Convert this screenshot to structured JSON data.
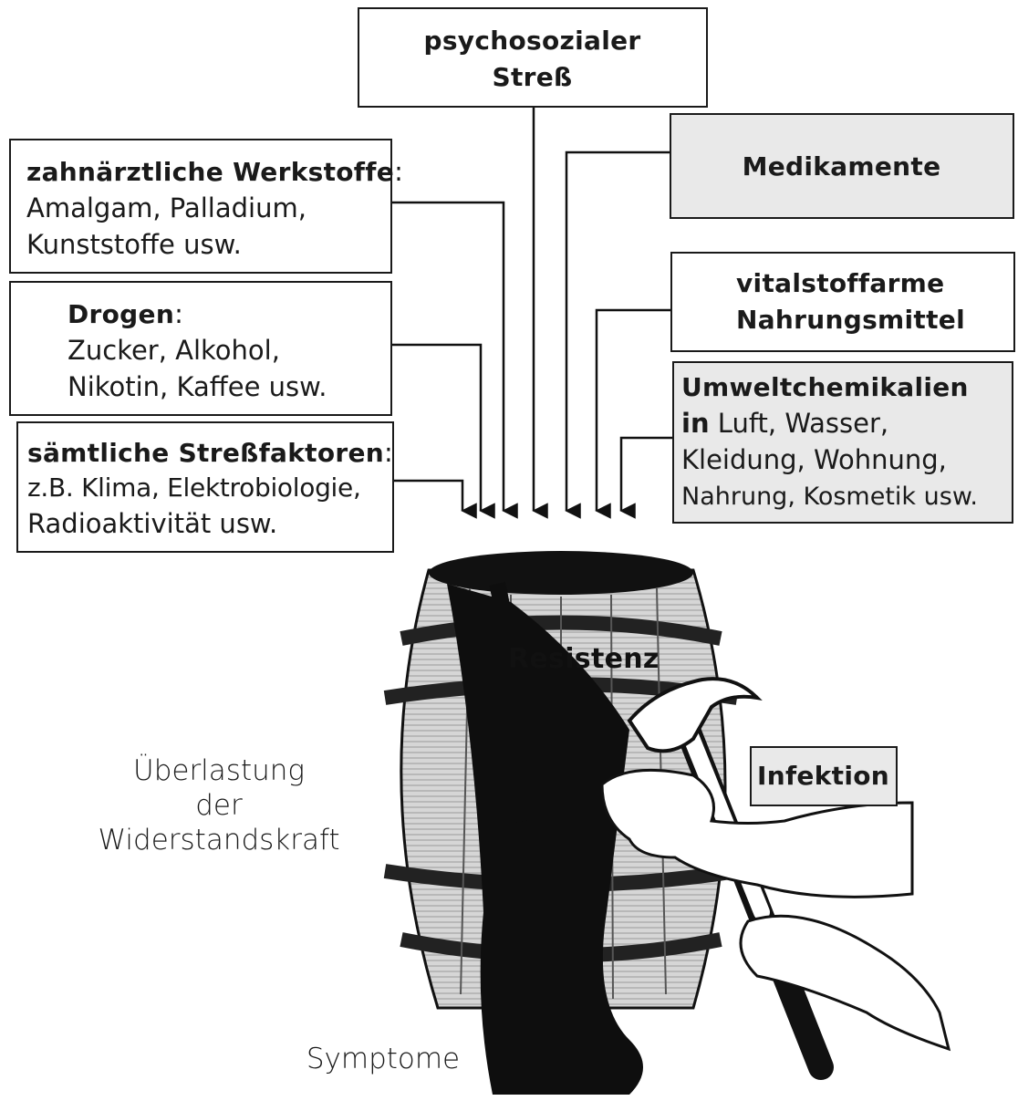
{
  "top_box": {
    "line1": "psychosozialer",
    "line2": "Streß"
  },
  "left_boxes": [
    {
      "title": "zahnärztliche Werkstoffe",
      "colon": ":",
      "line2": "Amalgam, Palladium,",
      "line3": "Kunststoffe usw."
    },
    {
      "title": "Drogen",
      "colon": ":",
      "line2": "Zucker, Alkohol,",
      "line3": "Nikotin, Kaffee usw."
    },
    {
      "title": "sämtliche Streßfaktoren",
      "colon": ":",
      "line2": "z.B. Klima, Elektrobiologie,",
      "line3": "Radioaktivität usw."
    }
  ],
  "right_boxes": [
    {
      "title": "Medikamente"
    },
    {
      "line1": "vitalstoffarme",
      "line2": "Nahrungsmittel"
    },
    {
      "title": "Umweltchemikalien",
      "line2_bold": "in",
      "line2": " Luft, Wasser,",
      "line3": "Kleidung, Wohnung,",
      "line4": "Nahrung, Kosmetik usw."
    }
  ],
  "barrel_label": "Resistenz",
  "infection_label": "Infektion",
  "overload_label": {
    "line1": "Überlastung",
    "line2": "der",
    "line3": "Widerstandskraft"
  },
  "symptoms_label": "Symptome"
}
